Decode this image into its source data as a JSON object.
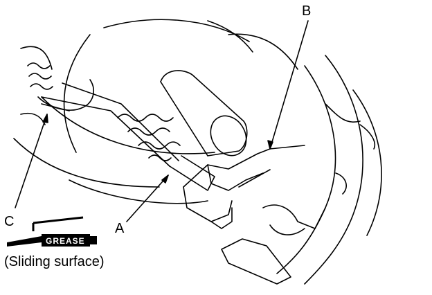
{
  "callouts": {
    "a": "A",
    "b": "B",
    "c": "C"
  },
  "grease": {
    "label": "GREASE",
    "caption": "(Sliding surface)",
    "icon": "grease-tube-icon"
  },
  "colors": {
    "ink": "#000000",
    "paper": "#ffffff"
  }
}
